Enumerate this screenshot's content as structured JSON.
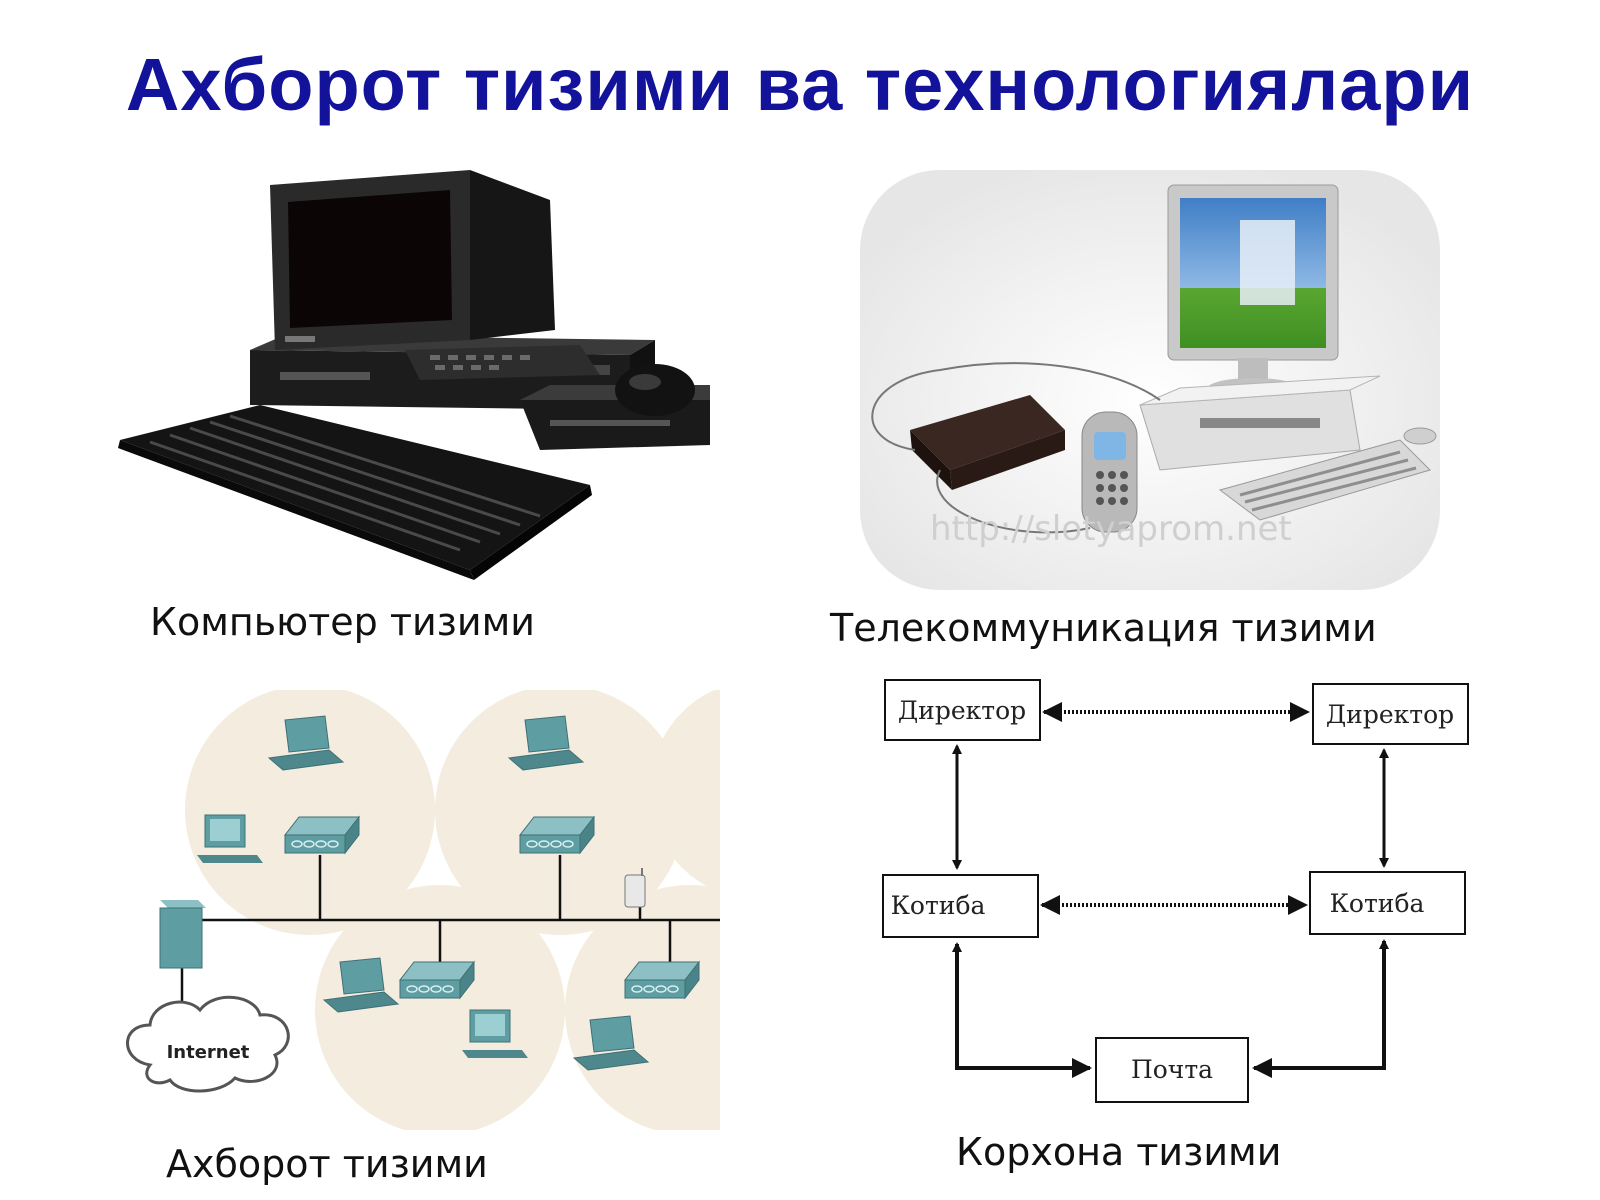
{
  "title": "Ахборот тизими ва технологиялари",
  "captions": {
    "computer": "Компьютер тизими",
    "telecom": "Телекоммуникация тизими",
    "info": "Ахборот тизими",
    "enterprise": "Корхона тизими"
  },
  "telecom_illustration": {
    "watermark": "http://slotyaprom.net"
  },
  "network_diagram": {
    "cloud_label": "Internet"
  },
  "org_diagram": {
    "director_left": "Директор",
    "director_right": "Директор",
    "secretary_left": "Котиба",
    "secretary_right": "Котиба",
    "mail": "Почта"
  },
  "colors": {
    "title": "#12129a",
    "device_teal": "#5e9ea3"
  }
}
